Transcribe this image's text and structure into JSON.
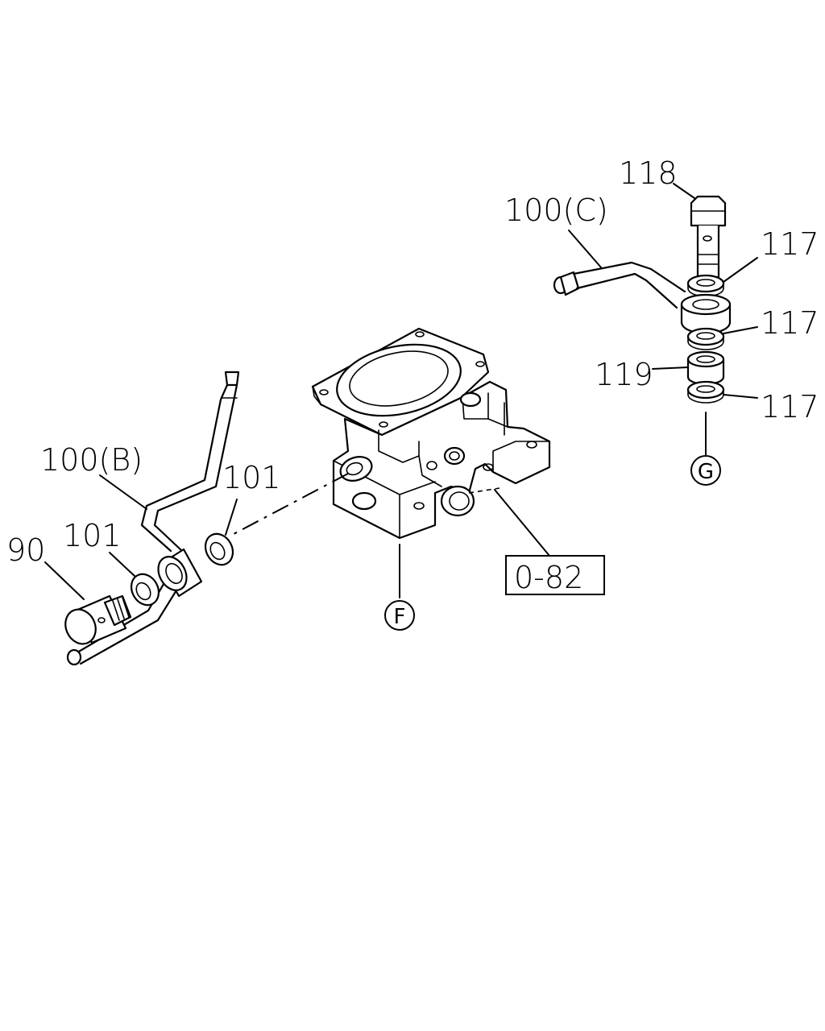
{
  "callouts": {
    "p118": "118",
    "p100c": "100(C)",
    "p117_top": "117",
    "p117_mid": "117",
    "p117_bot": "117",
    "p119": "119",
    "p100b": "100(B)",
    "p101_right": "101",
    "p101_left": "101",
    "p90": "90"
  },
  "reference_box": {
    "label": "0-82"
  },
  "connectors": {
    "f": "F",
    "g": "G"
  }
}
